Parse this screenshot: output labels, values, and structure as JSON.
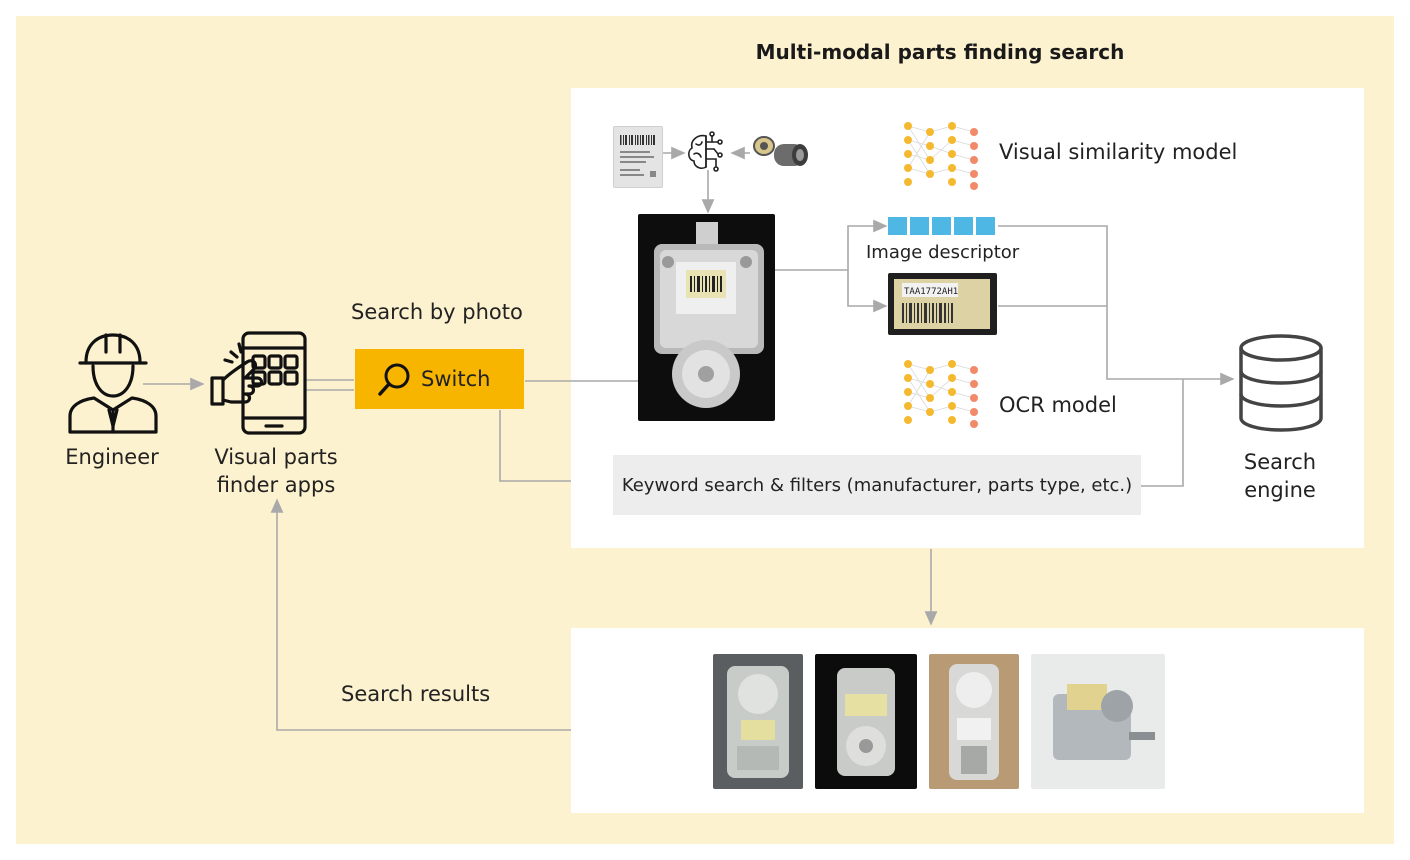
{
  "title": "Multi-modal parts finding search",
  "labels": {
    "engineer": "Engineer",
    "apps_line1": "Visual parts",
    "apps_line2": "finder apps",
    "search_by_photo": "Search by photo",
    "switch": "Switch",
    "visual_model": "Visual similarity model",
    "image_descriptor": "Image descriptor",
    "ocr_model": "OCR model",
    "keyword_search": "Keyword search & filters (manufacturer, parts type, etc.)",
    "engine_line1": "Search",
    "engine_line2": "engine",
    "search_results": "Search results",
    "barcode_text": "TAA1772AH1"
  },
  "colors": {
    "background": "#fdf2cf",
    "panel": "#ffffff",
    "switch": "#f7b500",
    "descriptor": "#4fb7e3",
    "node_orange": "#f5b92f",
    "node_red": "#f08a6a",
    "connector": "#a9a9a9"
  },
  "icons": [
    "engineer-icon",
    "phone-app-icon",
    "search-icon",
    "ai-brain-icon",
    "neural-net-icon",
    "database-icon"
  ]
}
